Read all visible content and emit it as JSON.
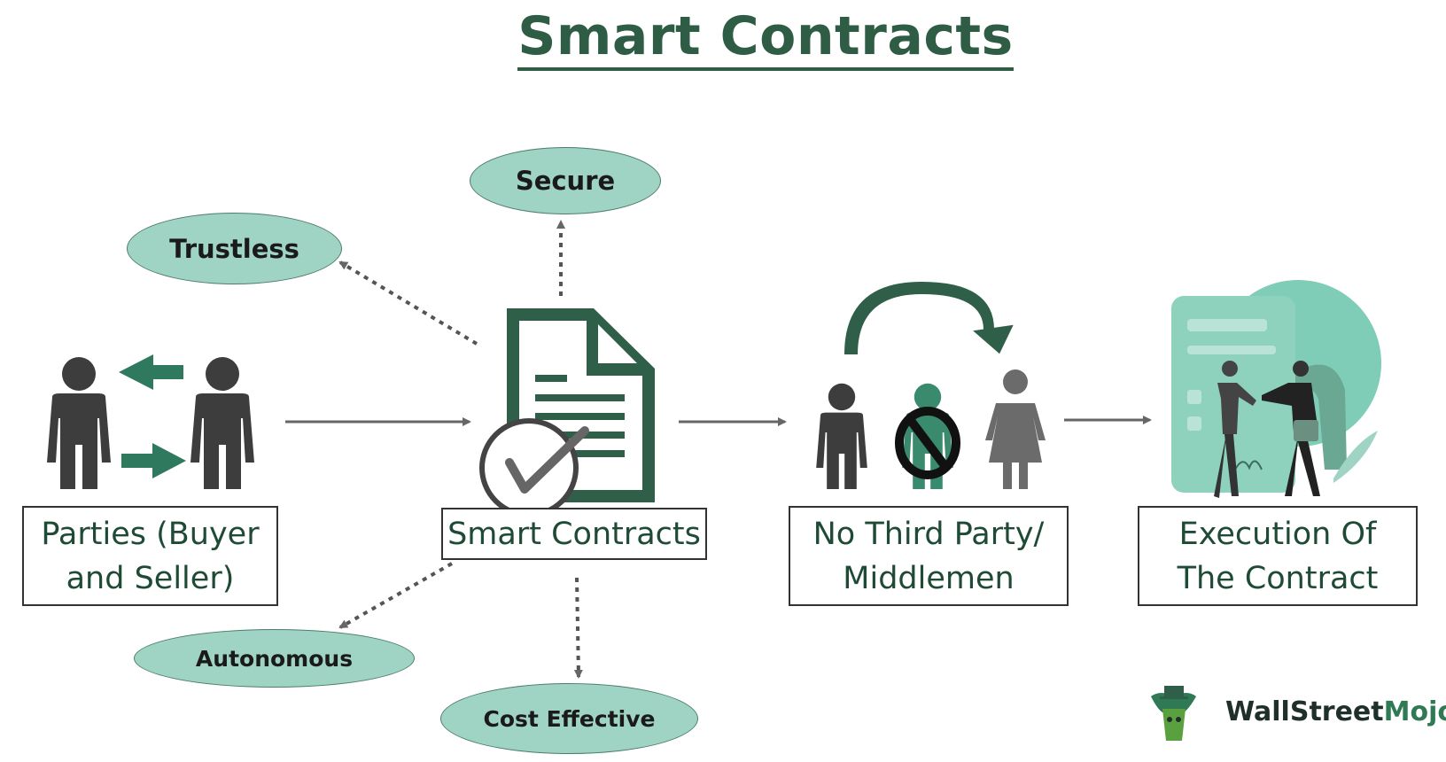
{
  "title": "Smart Contracts",
  "labels": {
    "parties_line1": "Parties (Buyer",
    "parties_line2": "and Seller)",
    "smart_contracts": "Smart Contracts",
    "no_third_line1": "No Third Party/",
    "no_third_line2": "Middlemen",
    "execution_line1": "Execution Of",
    "execution_line2": "The Contract"
  },
  "features": {
    "secure": "Secure",
    "trustless": "Trustless",
    "autonomous": "Autonomous",
    "cost_effective": "Cost Effective"
  },
  "logo": {
    "brand_a": "WallStreet",
    "brand_b": "Mojo"
  },
  "colors": {
    "title": "#2e5c45",
    "oval_fill": "#9fd3c3",
    "accent_green": "#2f7a5e",
    "figure_gray": "#3d3d3d",
    "arrow_gray": "#666666"
  },
  "icons": [
    "person-icon",
    "exchange-arrow-icon",
    "document-icon",
    "checkmark-icon",
    "prohibited-icon",
    "curved-arrow-icon",
    "handshake-illustration",
    "logo-icon"
  ]
}
